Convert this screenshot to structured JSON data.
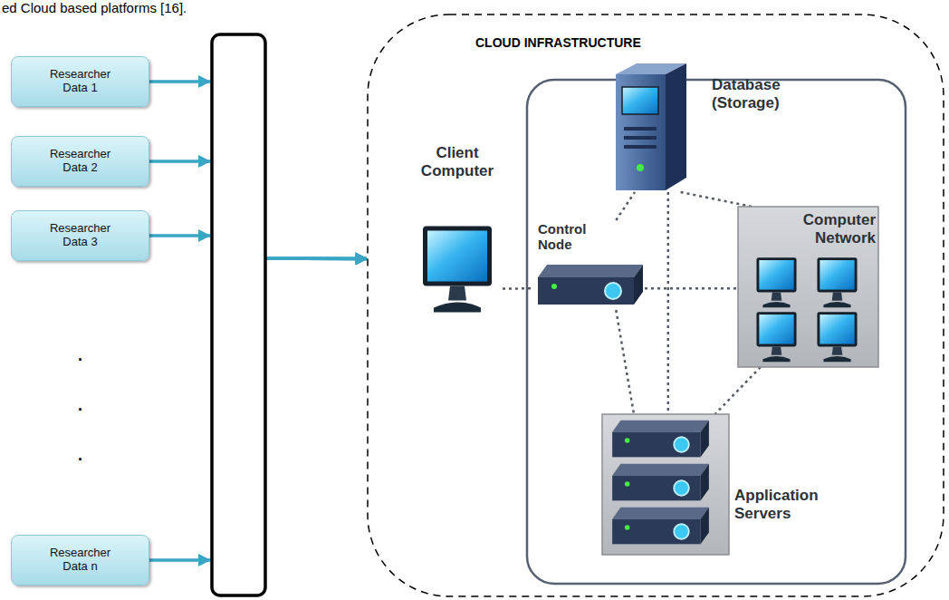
{
  "diagram": {
    "nodes": [
      {
        "text": [
          "Researcher Data 1"
        ]
      },
      {
        "text": [
          "Researcher Data 2"
        ]
      },
      {
        "text": [
          "Researcher Data 3"
        ]
      },
      {
        "text": [
          "Researcher Data n"
        ]
      },
      {
        "text": [
          "CLOUD INFRASTRUCTURE"
        ]
      },
      {
        "text": [
          "Client Computer"
        ],
        "in": 4
      },
      {
        "text": [
          "Database (Storage)"
        ],
        "in": 4
      },
      {
        "text": [
          "Control Node"
        ],
        "in": 4
      },
      {
        "text": [
          "Computer Network"
        ],
        "in": 4
      },
      {
        "text": [
          "Application Servers"
        ],
        "in": 4
      }
    ],
    "edges": [
      {
        "from": 0,
        "to": 4,
        "arrow": "to"
      },
      {
        "from": 1,
        "to": 4,
        "arrow": "to"
      },
      {
        "from": 2,
        "to": 4,
        "arrow": "to"
      },
      {
        "from": 3,
        "to": 4,
        "arrow": "to"
      },
      {
        "from": 5,
        "to": 7,
        "arrow": "none"
      },
      {
        "from": 7,
        "to": 6,
        "arrow": "none"
      },
      {
        "from": 7,
        "to": 8,
        "arrow": "none"
      },
      {
        "from": 7,
        "to": 9,
        "arrow": "none"
      },
      {
        "from": 6,
        "to": 8,
        "arrow": "none"
      },
      {
        "from": 6,
        "to": 9,
        "arrow": "none"
      },
      {
        "from": 8,
        "to": 9,
        "arrow": "none"
      }
    ],
    "labels": [
      "ed Cloud based platforms [16].",
      ".",
      ".",
      "."
    ]
  }
}
